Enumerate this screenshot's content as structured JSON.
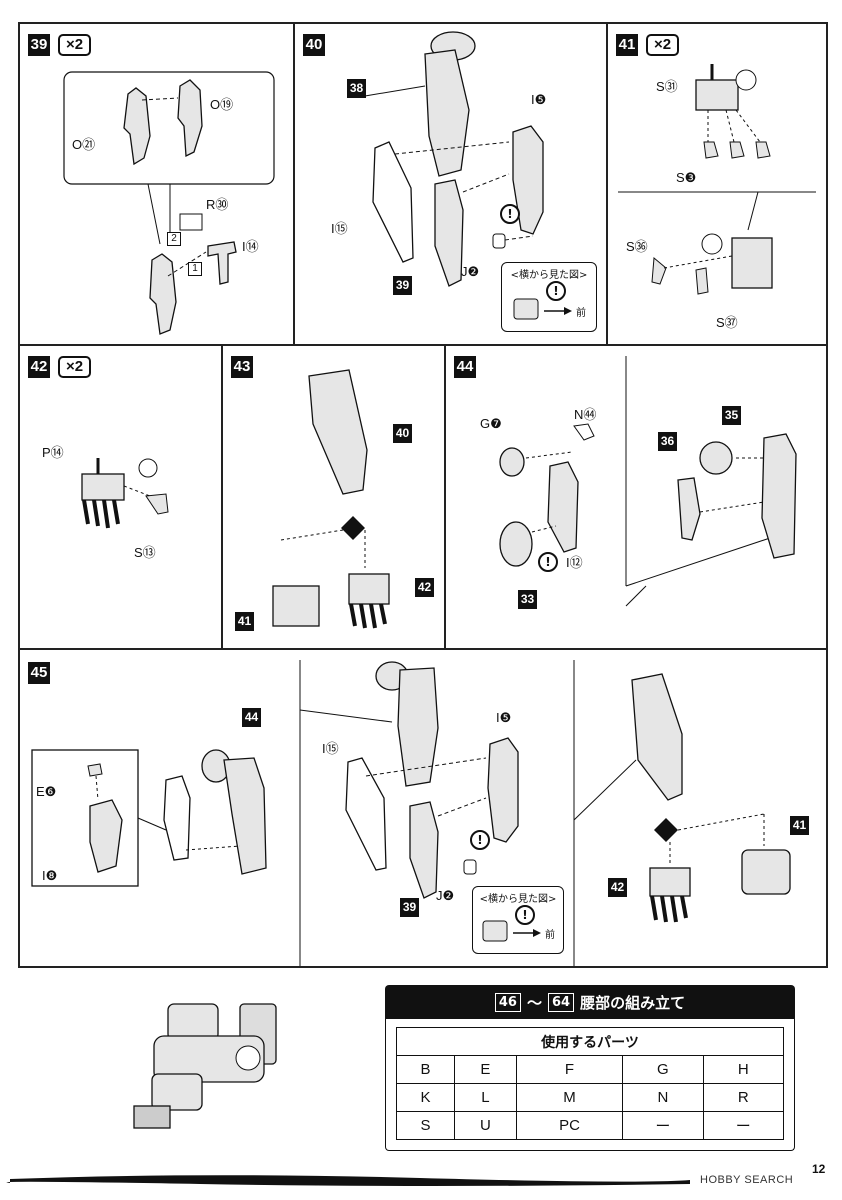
{
  "steps": {
    "s39": {
      "num": "39",
      "multiplier": "×2",
      "parts": {
        "o21": "O㉑",
        "o19": "O⑲",
        "r30": "R㉚",
        "i14": "I⑭"
      },
      "sub_markers": {
        "m1": "1",
        "m2": "2"
      }
    },
    "s40": {
      "num": "40",
      "parts": {
        "i5": "I❺",
        "i15": "I⑮",
        "j2": "J❷"
      },
      "refs": {
        "r38": "38",
        "r39": "39"
      },
      "side_view_title": "<横から見た図>",
      "forward_label": "前"
    },
    "s41": {
      "num": "41",
      "multiplier": "×2",
      "parts": {
        "s31": "S㉛",
        "s3": "S❸",
        "s36": "S㊱",
        "s37": "S㊲"
      }
    },
    "s42": {
      "num": "42",
      "multiplier": "×2",
      "parts": {
        "p14": "P⑭",
        "s13": "S⑬"
      }
    },
    "s43": {
      "num": "43",
      "refs": {
        "r40": "40",
        "r41": "41",
        "r42": "42"
      }
    },
    "s44": {
      "num": "44",
      "parts": {
        "g7": "G❼",
        "n44": "N㊹",
        "i12": "I⑫"
      },
      "refs": {
        "r33": "33",
        "r35": "35",
        "r36": "36"
      }
    },
    "s45": {
      "num": "45",
      "parts": {
        "e6": "E❻",
        "i8": "I❽",
        "i5": "I❺",
        "i15": "I⑮",
        "j2": "J❷"
      },
      "refs": {
        "r44": "44",
        "r39": "39",
        "r41": "41",
        "r42": "42"
      },
      "side_view_title": "<横から見た図>",
      "forward_label": "前"
    }
  },
  "warning_symbol": "!",
  "parts_table": {
    "range_start": "46",
    "range_sep": "～",
    "range_end": "64",
    "title": "腰部の組み立て",
    "caption": "使用するパーツ",
    "rows": [
      [
        "B",
        "E",
        "F",
        "G",
        "H"
      ],
      [
        "K",
        "L",
        "M",
        "N",
        "R"
      ],
      [
        "S",
        "U",
        "PC",
        "ー",
        "ー"
      ]
    ]
  },
  "footer": {
    "watermark": "HOBBY SEARCH",
    "page_number": "12"
  },
  "colors": {
    "ink": "#111111",
    "paper": "#ffffff",
    "part_fill": "#e6e6e6"
  }
}
